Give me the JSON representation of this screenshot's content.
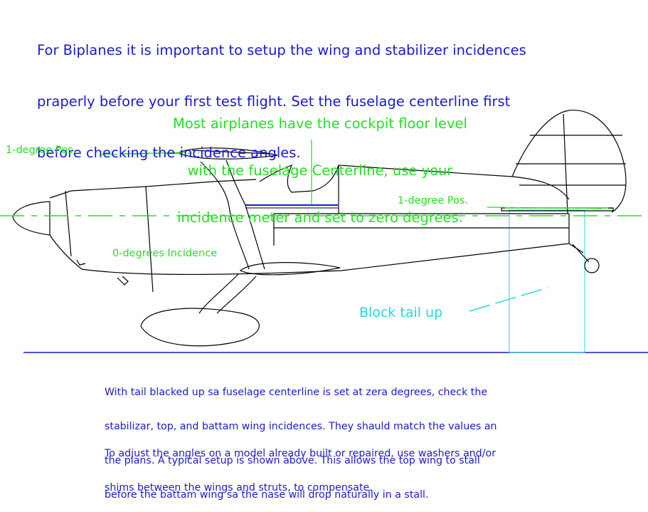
{
  "intro": {
    "lines": [
      "For Biplanes it is important to setup the wing and stabilizer incidences",
      "praperly before your first test flight. Set the fuselage centerline first",
      "before checking the incidence angles."
    ]
  },
  "cockpit_note": {
    "lines": [
      "Most airplanes have the cockpit floor level",
      "with the fuselage Centerline, use your",
      "incidence meter and set to zero degrees."
    ]
  },
  "labels": {
    "top_wing": "1-degree Pos.",
    "stabilizer": "1-degree Pos.",
    "bottom_wing": "0-degrees Incidence",
    "block": "Block tail up"
  },
  "bottom_text": {
    "para1": [
      "With tail blacked up sa fuselage centerline is set at zera degrees, check the",
      "stabilizar, top, and battam wing incidences. They shauld match the values an",
      "the plans. A typical setup is shown above. This allows the top wing to stall",
      "before the battam wing sa the nase will drop naturally in a stall."
    ],
    "para2": [
      "To adjust the angles on a model already built or repaired, use washers and/or",
      "shims between the wings and struts, to compensate."
    ]
  },
  "colors": {
    "outline": "#000000",
    "centerline": "#22e022",
    "ground": "#1a1ad0",
    "block": "#22dada",
    "text_blue": "#1a1ad0"
  }
}
